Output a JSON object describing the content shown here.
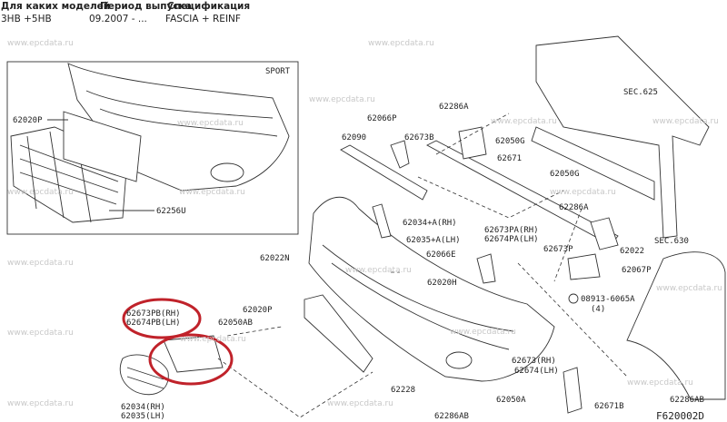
{
  "header": {
    "columns": [
      "Для каких моделей",
      "Период выпуска",
      "Спецификация"
    ],
    "values": [
      "3HB +5HB",
      "09.2007 - ...",
      "FASCIA + REINF"
    ]
  },
  "diagram": {
    "inset_label": "SPORT",
    "figure_code": "F620002D",
    "watermark": "www.epcdata.ru",
    "labels": {
      "inset_62020P": "62020P",
      "inset_62256U": "62256U",
      "p62066P": "62066P",
      "p62286A_top": "62286A",
      "p62090": "62090",
      "p62673B": "62673B",
      "p62050G_a": "62050G",
      "p62671": "62671",
      "sec625": "SEC.625",
      "p62050G_b": "62050G",
      "p62286A_mid": "62286A",
      "p62034A": "62034+A(RH)",
      "p62035A": "62035+A(LH)",
      "p62673PA": "62673PA(RH)",
      "p62674PA": "62674PA(LH)",
      "p62673P": "62673P",
      "p62022": "62022",
      "sec630": "SEC.630",
      "p62022N": "62022N",
      "p62066E": "62066E",
      "p62067P": "62067P",
      "p62020H": "62020H",
      "p08913": "08913-6065A",
      "p08913_qty": "(4)",
      "p62673PB": "62673PB(RH)",
      "p62674PB": "62674PB(LH)",
      "p62020P": "62020P",
      "p62050AB": "62050AB",
      "p62673": "62673(RH)",
      "p62674": "62674(LH)",
      "p62228": "62228",
      "p62050A": "62050A",
      "p62034": "62034(RH)",
      "p62035": "62035(LH)",
      "p62286AB_r": "62286AB",
      "p62671B": "62671B",
      "p62286AB_b": "62286AB"
    },
    "highlight_color": "#c0222a"
  }
}
